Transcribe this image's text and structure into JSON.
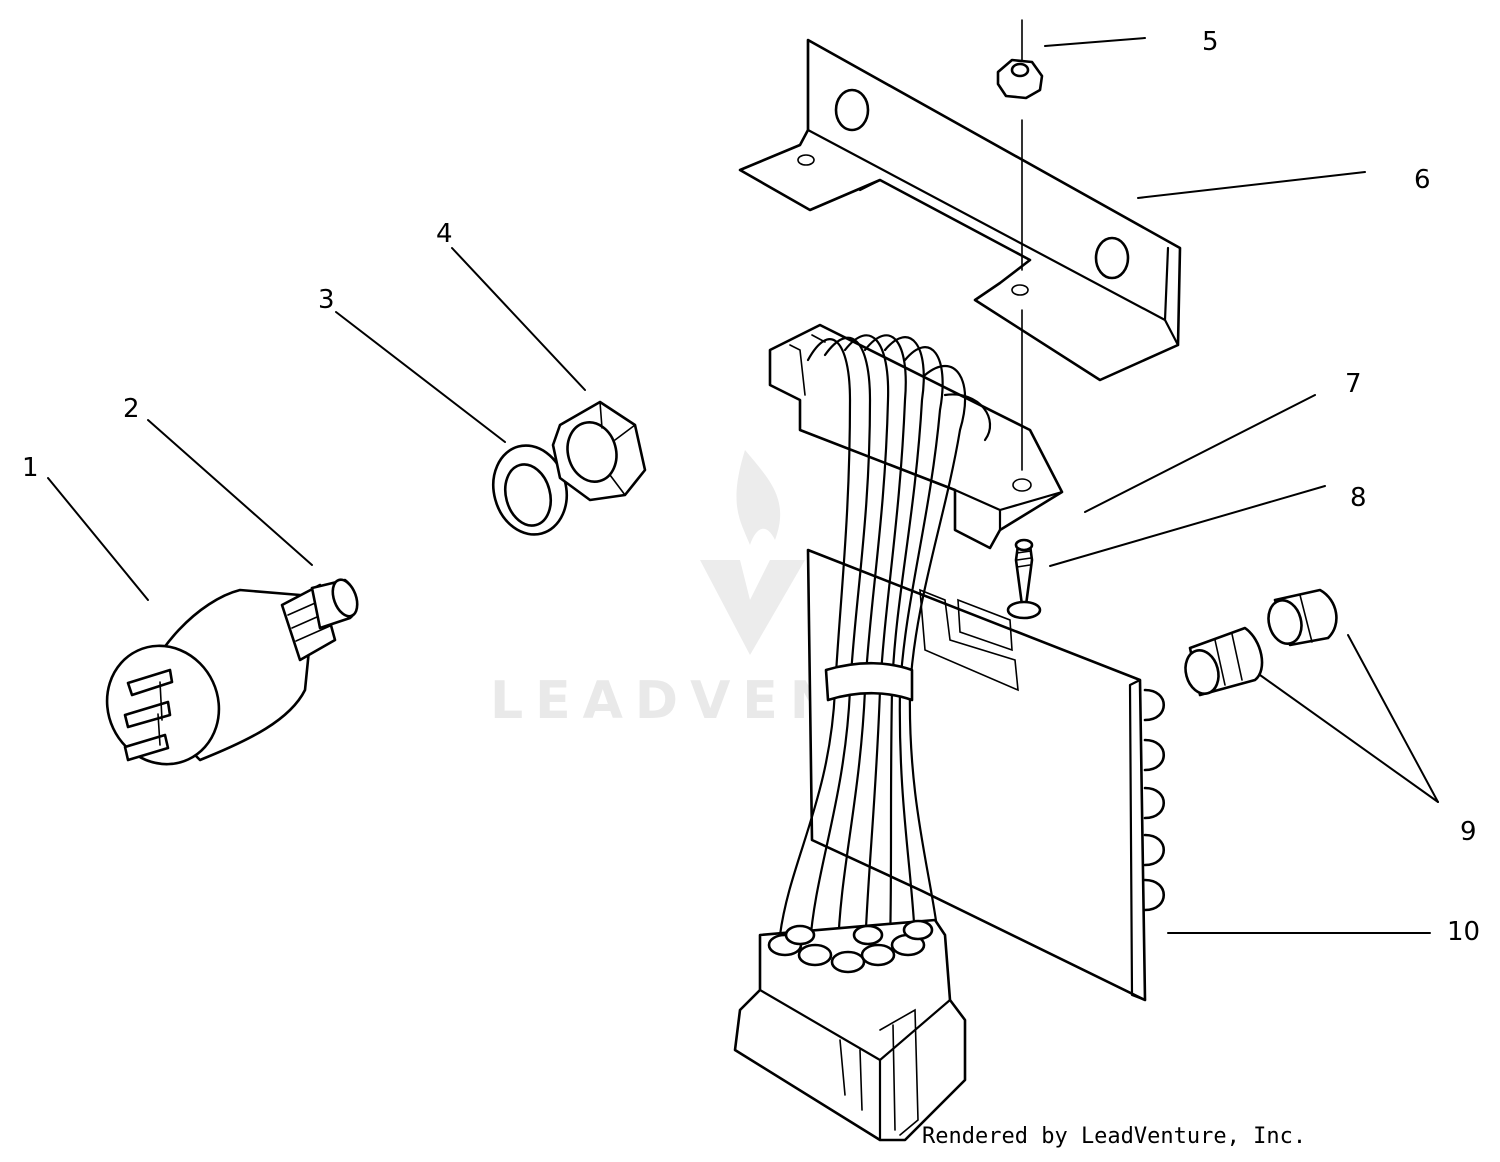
{
  "callouts": [
    "1",
    "2",
    "3",
    "4",
    "5",
    "6",
    "7",
    "8",
    "9",
    "10"
  ],
  "watermark": {
    "text": "LEADVENTURE",
    "icon": "leadventure-flame-logo-icon"
  },
  "credit": "Rendered by LeadVenture, Inc."
}
